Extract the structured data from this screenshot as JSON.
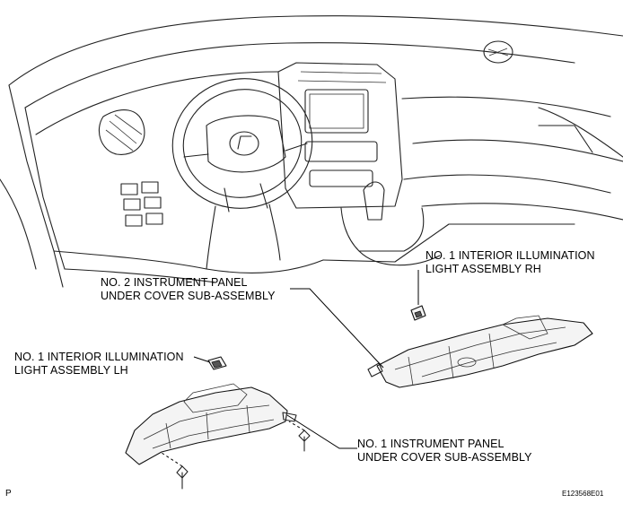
{
  "labels": {
    "light_rh_line1": "NO. 1 INTERIOR ILLUMINATION",
    "light_rh_line2": "LIGHT ASSEMBLY RH",
    "panel2_line1": "NO. 2 INSTRUMENT PANEL",
    "panel2_line2": "UNDER COVER SUB-ASSEMBLY",
    "light_lh_line1": "NO. 1 INTERIOR ILLUMINATION",
    "light_lh_line2": "LIGHT ASSEMBLY LH",
    "panel1_line1": "NO. 1 INSTRUMENT PANEL",
    "panel1_line2": "UNDER COVER SUB-ASSEMBLY"
  },
  "corner": {
    "left_mark": "P",
    "figure_code": "E123568E01"
  }
}
